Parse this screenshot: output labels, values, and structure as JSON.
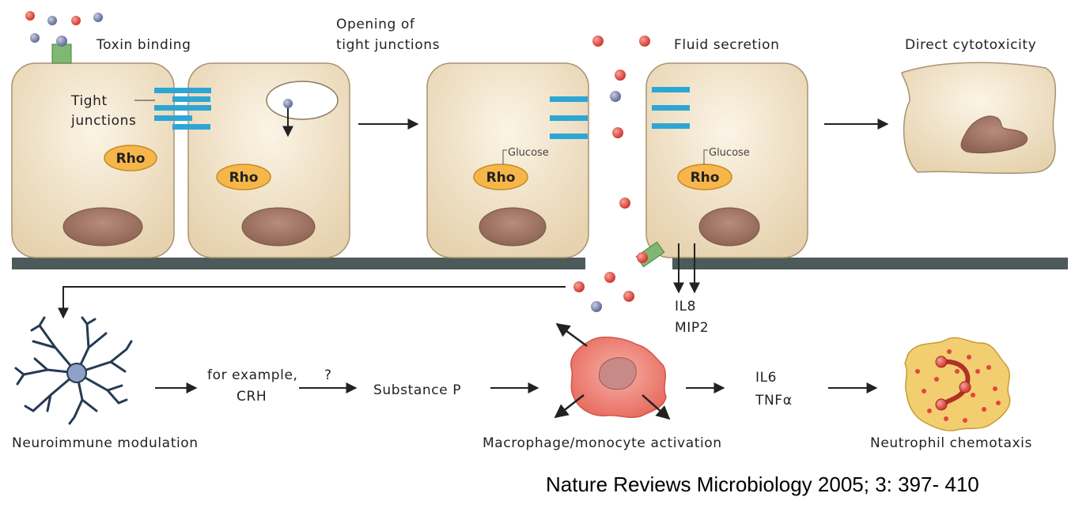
{
  "labels": {
    "toxin_binding": "Toxin binding",
    "opening_line1": "Opening of",
    "opening_line2": "tight junctions",
    "fluid_secretion": "Fluid secretion",
    "direct_cytotoxicity": "Direct cytotoxicity",
    "tight_line1": "Tight",
    "tight_line2": "junctions",
    "rho": "Rho",
    "glucose": "Glucose",
    "il8": "IL8",
    "mip2": "MIP2",
    "for_example": "for example,",
    "crh": "CRH",
    "question": "?",
    "substance_p": "Substance P",
    "il6": "IL6",
    "tnf": "TNF",
    "alpha": "α",
    "neuroimmune": "Neuroimmune modulation",
    "macrophage": "Macrophage/monocyte activation",
    "neutrophil": "Neutrophil chemotaxis"
  },
  "citation": "Nature Reviews Microbiology 2005; 3: 397- 410",
  "colors": {
    "cell_fill": "#ecdcbf",
    "cell_stroke": "#a89370",
    "nucleus": "#a27a6a",
    "rho": "#f6b64a",
    "tight_junction": "#2ea6d4",
    "membrane": "#4d5a5a",
    "toxin_red": "#e2453e",
    "toxin_blue": "#7a88b0",
    "receptor": "#7fb872",
    "macrophage": "#ef7b6f",
    "neutrophil": "#f3ce70",
    "neuron": "#263a52"
  }
}
